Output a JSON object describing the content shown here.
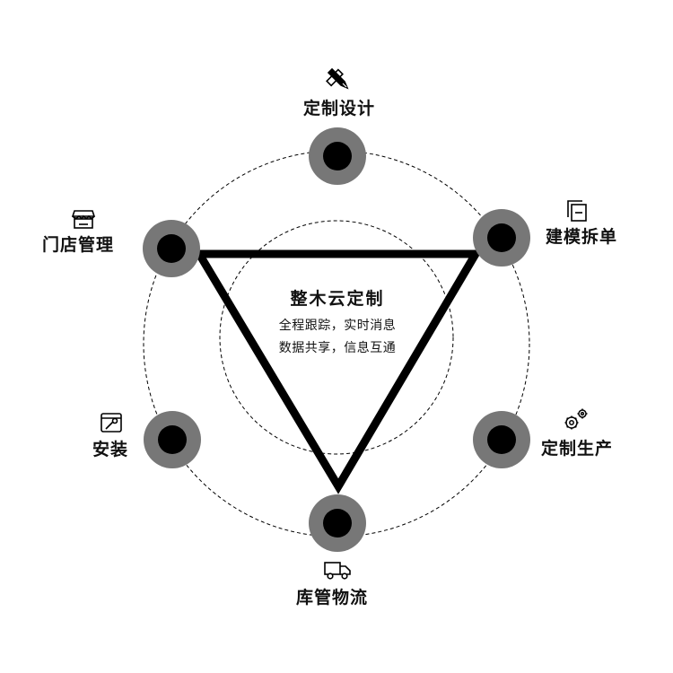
{
  "center": {
    "title": "整木云定制",
    "line1": "全程跟踪，实时消息",
    "line2": "数据共享，信息互通"
  },
  "nodes": [
    {
      "id": "design",
      "label": "定制设计",
      "icon": "pencil-ruler-icon"
    },
    {
      "id": "modeling",
      "label": "建模拆单",
      "icon": "layers-icon"
    },
    {
      "id": "production",
      "label": "定制生产",
      "icon": "gears-icon"
    },
    {
      "id": "logistics",
      "label": "库管物流",
      "icon": "truck-icon"
    },
    {
      "id": "install",
      "label": "安装",
      "icon": "wrench-icon"
    },
    {
      "id": "store",
      "label": "门店管理",
      "icon": "store-icon"
    }
  ],
  "colors": {
    "ring": "#777777",
    "dot": "#000000",
    "line": "#000000"
  }
}
